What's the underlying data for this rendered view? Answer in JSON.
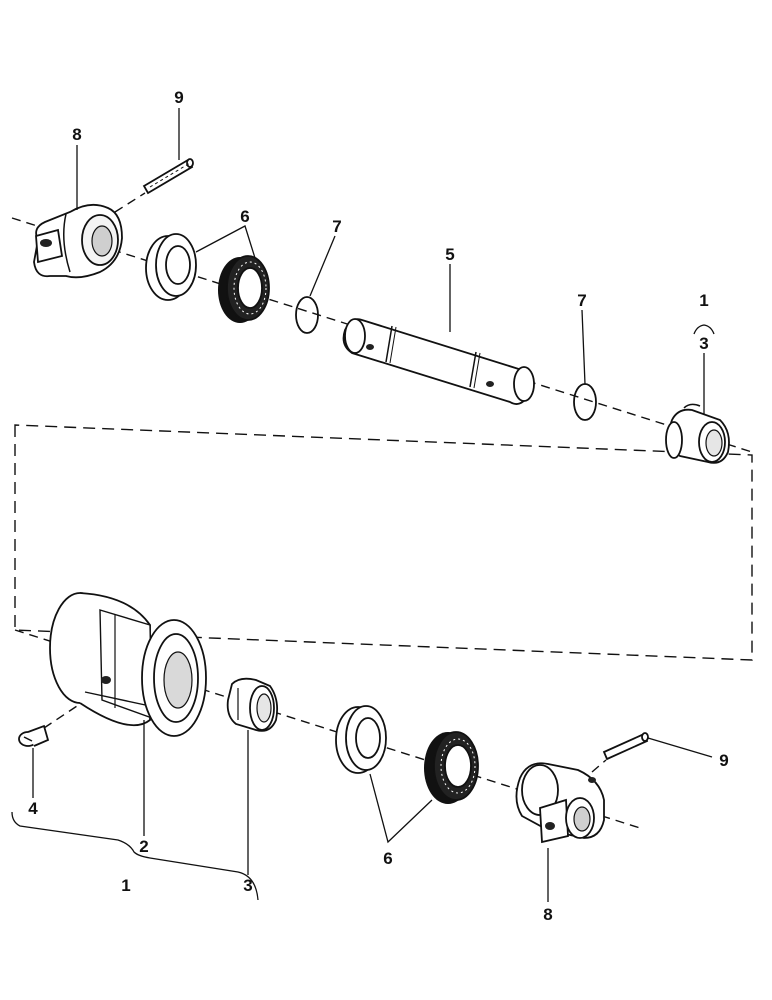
{
  "callouts": {
    "pin_top": "9",
    "bracket_top": "8",
    "seal_top": "6",
    "oring_left": "7",
    "shaft": "5",
    "oring_right": "7",
    "assembly_top": "1",
    "bushing_top": "3",
    "plug": "4",
    "roller": "2",
    "bushing_bottom": "3",
    "assembly_bottom": "1",
    "seal_bottom": "6",
    "bracket_bottom": "8",
    "pin_bottom": "9"
  }
}
